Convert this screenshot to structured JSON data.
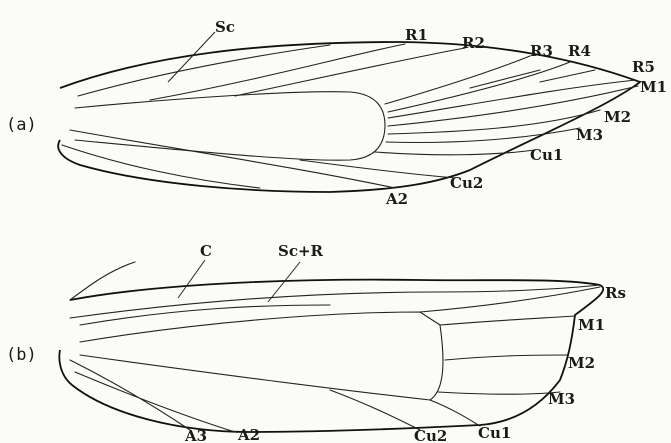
{
  "figure": {
    "top_fragment": "",
    "wing_a": {
      "panel_label": "(a)",
      "labels": {
        "sc": "Sc",
        "r1": "R1",
        "r2": "R2",
        "r3": "R3",
        "r4": "R4",
        "r5": "R5",
        "m1": "M1",
        "m2": "M2",
        "m3": "M3",
        "cu1": "Cu1",
        "cu2": "Cu2",
        "a2": "A2"
      }
    },
    "wing_b": {
      "panel_label": "(b)",
      "labels": {
        "c": "C",
        "scr": "Sc+R",
        "rs": "Rs",
        "m1": "M1",
        "m2": "M2",
        "m3": "M3",
        "cu1": "Cu1",
        "cu2": "Cu2",
        "a2": "A2",
        "a3": "A3"
      }
    }
  }
}
